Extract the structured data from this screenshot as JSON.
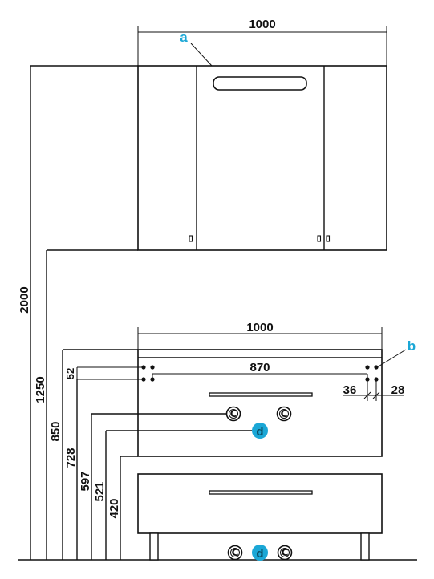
{
  "dimensions": {
    "cabinet_width_top": "1000",
    "cabinet_width_bottom": "1000",
    "hole_spacing": "870",
    "height_top": "2000",
    "height_1250": "1250",
    "height_850": "850",
    "height_728": "728",
    "height_597": "597",
    "height_521": "521",
    "height_420": "420",
    "gap_52": "52",
    "offset_36": "36",
    "offset_28": "28"
  },
  "callouts": {
    "a": "a",
    "b": "b",
    "d_upper": "d",
    "d_lower": "d"
  },
  "symbols": {
    "cold_water": "C",
    "hot_water": "C"
  },
  "colors": {
    "callout": "#1ba7d6",
    "line": "#111111"
  }
}
